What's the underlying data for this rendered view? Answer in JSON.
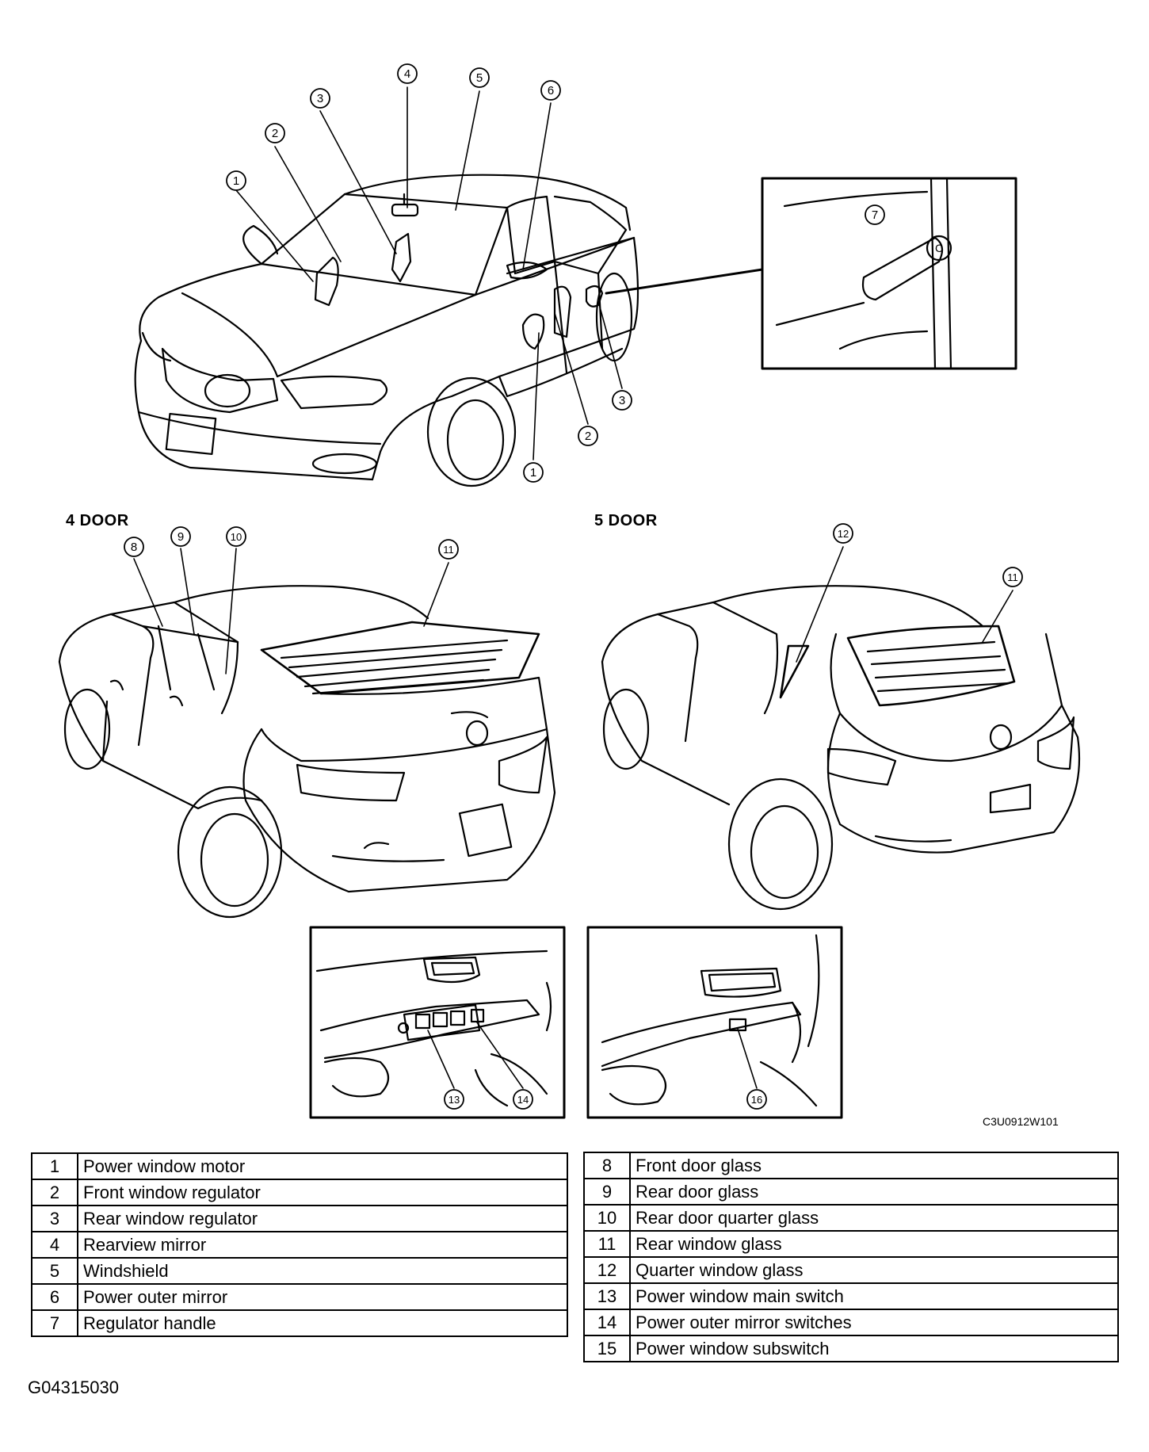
{
  "callouts": {
    "c1": "1",
    "c2": "2",
    "c3": "3",
    "c4": "4",
    "c5": "5",
    "c6": "6",
    "c7": "7",
    "c8": "8",
    "c9": "9",
    "c10": "10",
    "c11": "11",
    "c12": "12",
    "c13": "13",
    "c14": "14",
    "c16": "16",
    "handle_mark": "C"
  },
  "sections": {
    "four_door": "4 DOOR",
    "five_door": "5 DOOR"
  },
  "figure_code": "C3U0912W101",
  "document_id": "G04315030",
  "legend_left": [
    {
      "num": "1",
      "name": "Power window motor"
    },
    {
      "num": "2",
      "name": "Front window regulator"
    },
    {
      "num": "3",
      "name": "Rear window regulator"
    },
    {
      "num": "4",
      "name": "Rearview mirror"
    },
    {
      "num": "5",
      "name": "Windshield"
    },
    {
      "num": "6",
      "name": "Power outer mirror"
    },
    {
      "num": "7",
      "name": "Regulator handle"
    }
  ],
  "legend_right": [
    {
      "num": "8",
      "name": "Front door glass"
    },
    {
      "num": "9",
      "name": "Rear door glass"
    },
    {
      "num": "10",
      "name": "Rear door quarter glass"
    },
    {
      "num": "11",
      "name": "Rear window glass"
    },
    {
      "num": "12",
      "name": "Quarter window glass"
    },
    {
      "num": "13",
      "name": "Power window main switch"
    },
    {
      "num": "14",
      "name": "Power outer mirror switches"
    },
    {
      "num": "15",
      "name": "Power window subswitch"
    }
  ]
}
